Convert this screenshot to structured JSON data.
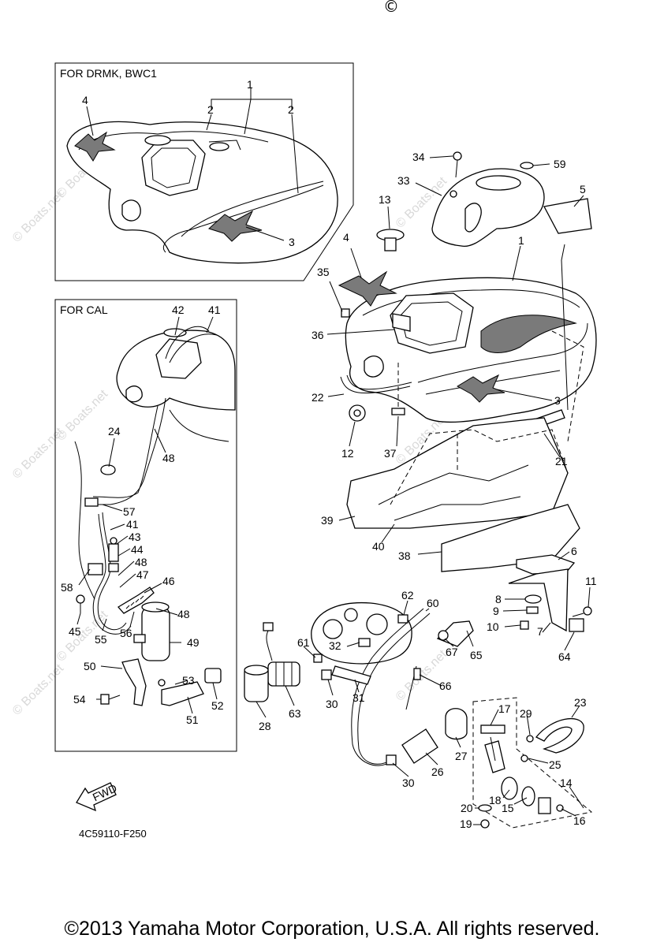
{
  "top_mark": "©",
  "boxes": {
    "drmk_title": "FOR DRMK, BWC1",
    "cal_title": "FOR CAL"
  },
  "callouts": {
    "c1_top": "1",
    "c2_left": "2",
    "c2_right": "2",
    "c3_top": "3",
    "c4_top": "4",
    "c34": "34",
    "c59": "59",
    "c33": "33",
    "c5": "5",
    "c13": "13",
    "c1": "1",
    "c4": "4",
    "c35": "35",
    "c36": "36",
    "c22": "22",
    "c3": "3",
    "c12": "12",
    "c37": "37",
    "c21": "21",
    "c39": "39",
    "c40": "40",
    "c38": "38",
    "c6": "6",
    "c8": "8",
    "c11": "11",
    "c9": "9",
    "c10": "10",
    "c7": "7",
    "c64": "64",
    "c62": "62",
    "c60": "60",
    "c61": "61",
    "c32": "32",
    "c67": "67",
    "c65": "65",
    "c66": "66",
    "c28": "28",
    "c63": "63",
    "c30a": "30",
    "c31": "31",
    "c17": "17",
    "c29": "29",
    "c23": "23",
    "c27": "27",
    "c26": "26",
    "c25": "25",
    "c30b": "30",
    "c14": "14",
    "c18": "18",
    "c15": "15",
    "c20": "20",
    "c16": "16",
    "c19": "19",
    "c42": "42",
    "c41a": "41",
    "c24": "24",
    "c48a": "48",
    "c57": "57",
    "c41b": "41",
    "c43": "43",
    "c44": "44",
    "c48b": "48",
    "c47": "47",
    "c46": "46",
    "c58": "58",
    "c48c": "48",
    "c45": "45",
    "c55": "55",
    "c56": "56",
    "c49": "49",
    "c50": "50",
    "c53": "53",
    "c54": "54",
    "c52": "52",
    "c51": "51"
  },
  "fwd_label": "FWD",
  "part_code": "4C59110-F250",
  "watermark": "© Boats.net",
  "copyright": "©2013 Yamaha Motor Corporation, U.S.A. All rights reserved."
}
